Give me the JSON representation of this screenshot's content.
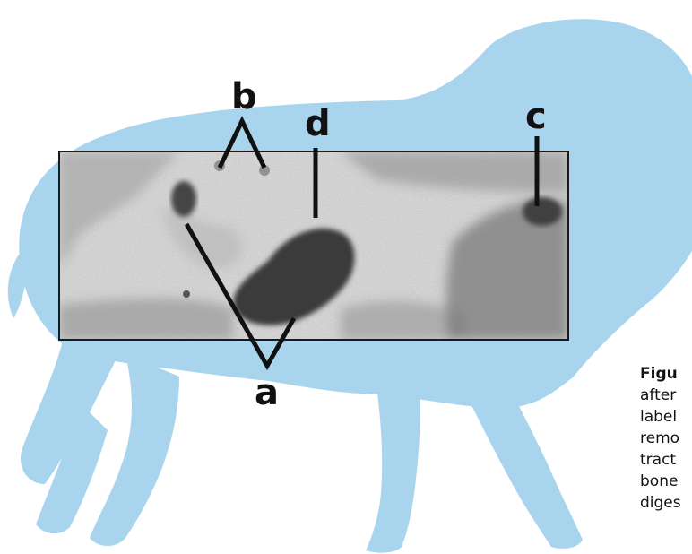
{
  "labels": {
    "a": "a",
    "b": "b",
    "c": "c",
    "d": "d"
  },
  "caption": {
    "lines": [
      "Figu",
      "after",
      "label",
      "remo",
      "tract",
      "bone",
      "diges"
    ]
  },
  "colors": {
    "sheep_fill": "#a8d4ee",
    "scan_background": "#d9d9d9",
    "scan_dark": "#3a3a3a",
    "outline": "#1a1a1a"
  }
}
